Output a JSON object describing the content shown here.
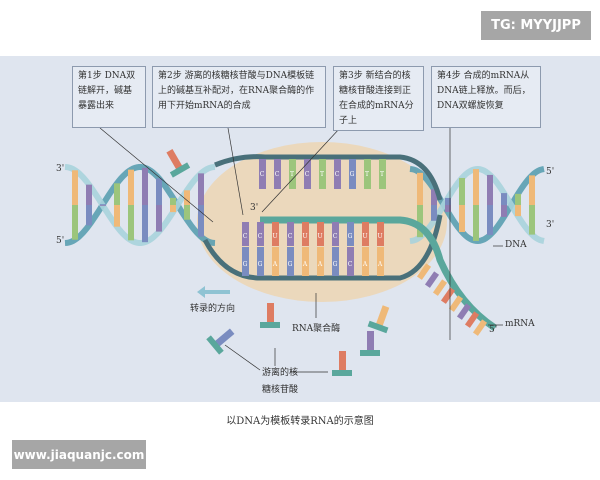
{
  "watermark_top": "TG: MYYJJPP",
  "watermark_bottom": "www.jiaquanjc.com",
  "steps": [
    {
      "text": "第1步 DNA双链解开，碱基暴露出来"
    },
    {
      "text": "第2步 游离的核糖核苷酸与DNA模板链上的碱基互补配对，在RNA聚合酶的作用下开始mRNA的合成"
    },
    {
      "text": "第3步 新结合的核糖核苷酸连接到正在合成的mRNA分子上"
    },
    {
      "text": "第4步 合成的mRNA从DNA链上释放。而后，DNA双螺旋恢复"
    }
  ],
  "labels": {
    "left_3": "3'",
    "left_5": "5'",
    "right_5": "5'",
    "right_3": "3'",
    "mrna_3": "3'",
    "mrna_5": "5'",
    "dna": "DNA",
    "mrna": "mRNA",
    "direction": "转录的方向",
    "polymerase": "RNA聚合酶",
    "free_nt_1": "游离的核",
    "free_nt_2": "糖核苷酸"
  },
  "caption": "以DNA为模板转录RNA的示意图",
  "bases": {
    "coding_strand": [
      "C",
      "C",
      "T",
      "C",
      "T",
      "C",
      "G",
      "T",
      "T"
    ],
    "mrna": [
      "C",
      "C",
      "U",
      "C",
      "U",
      "U",
      "C",
      "G",
      "U",
      "U"
    ],
    "template": [
      "G",
      "G",
      "A",
      "G",
      "A",
      "A",
      "G",
      "C",
      "A",
      "A"
    ]
  },
  "colors": {
    "A": "#efb978",
    "U": "#de7c62",
    "C": "#8f7db3",
    "G": "#7a8cc0",
    "T": "#9cc57c",
    "backbone": "#5aa7a0",
    "bubble": "#ecd6b6"
  }
}
